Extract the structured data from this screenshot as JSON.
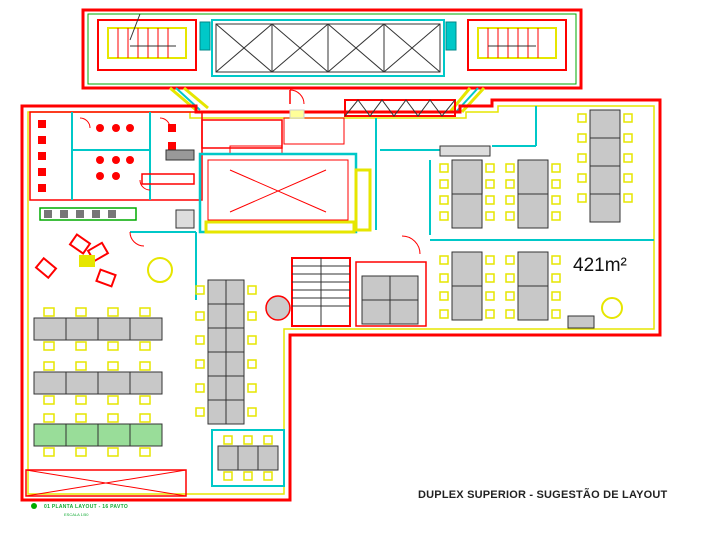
{
  "drawing": {
    "area_label": "421m²",
    "caption": "DUPLEX SUPERIOR - SUGESTÃO DE LAYOUT",
    "plan_tag": "01  PLANTA LAYOUT - 16 PAVTO",
    "plan_scale": "ESCALA 1/50"
  },
  "colors": {
    "wall": "#ff0000",
    "glass": "#00c8c8",
    "furniture": "#e6e600",
    "desk_fill": "#c8c8c8",
    "green_desk": "#99dd99",
    "structure": "#00aa00"
  }
}
